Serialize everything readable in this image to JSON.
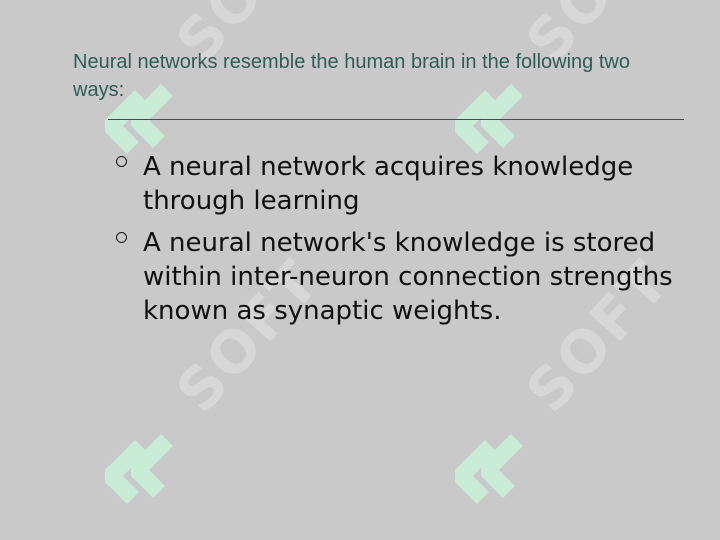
{
  "slide": {
    "title": "Neural networks resemble the human brain in the following two ways:",
    "bullets": [
      "A neural network acquires knowledge through learning",
      "A neural network's knowledge is stored within inter-neuron connection strengths known as synaptic weights."
    ]
  },
  "watermark": {
    "text": "SOFT",
    "logo_icon": "soft-logo-icon",
    "logo_color": "#c8ecd6",
    "text_color": "#d7d7d7"
  },
  "colors": {
    "background": "#c9c9c9",
    "title": "#2f5d55",
    "body_text": "#111111",
    "rule": "#4a4a4a"
  }
}
